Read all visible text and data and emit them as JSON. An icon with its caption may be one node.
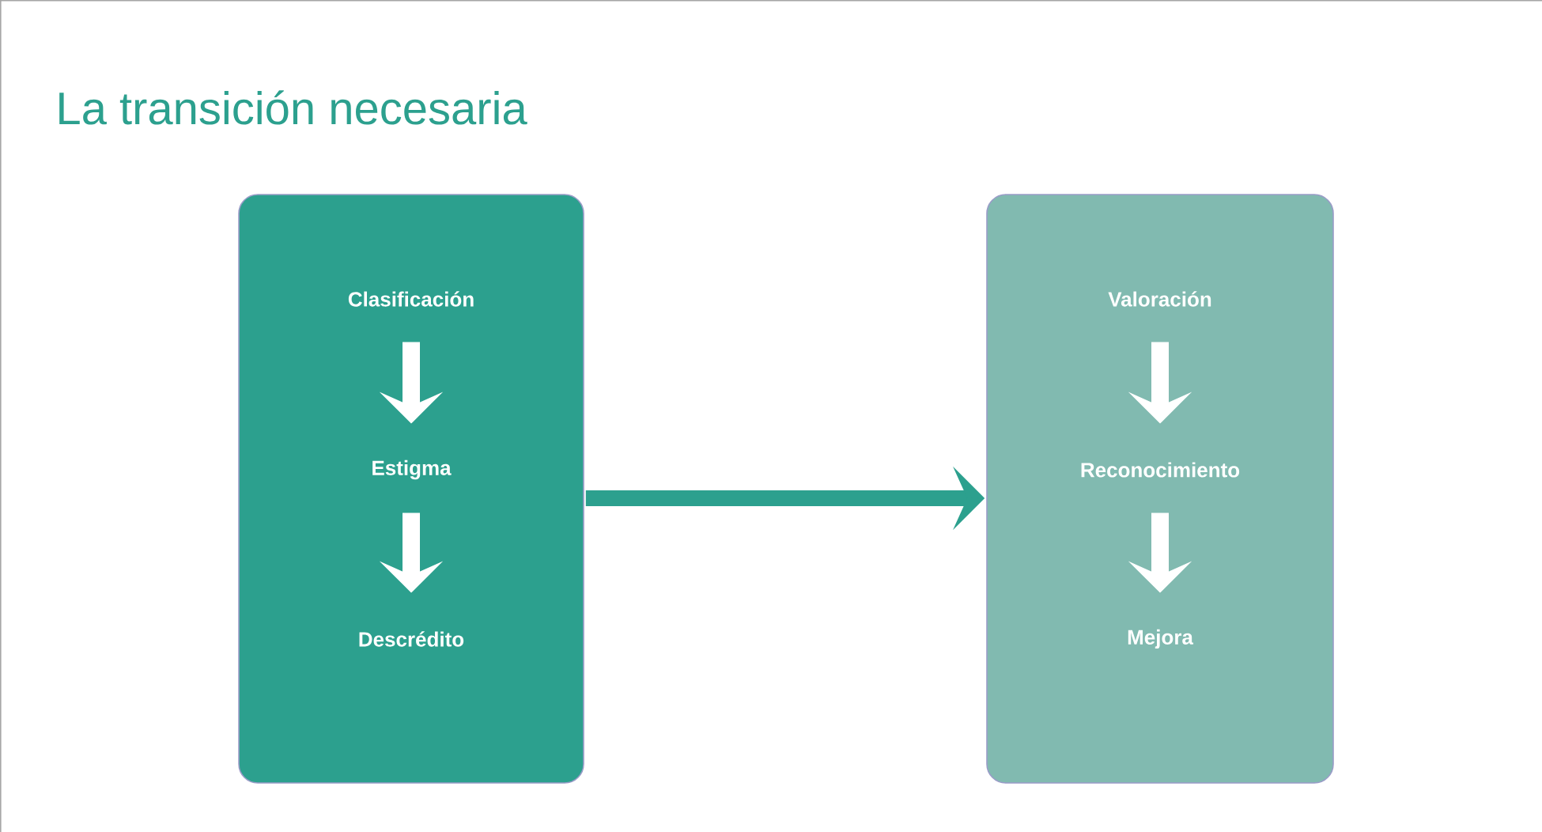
{
  "diagram": {
    "title": "La transición necesaria",
    "nodes": [
      {
        "text": [],
        "shape": "box"
      },
      {
        "text": [
          "Clasificación"
        ],
        "in": 0
      },
      {
        "text": [
          "Estigma"
        ],
        "in": 0
      },
      {
        "text": [
          "Descrédito"
        ],
        "in": 0
      },
      {
        "text": [],
        "shape": "box"
      },
      {
        "text": [
          "Valoración"
        ],
        "in": 4
      },
      {
        "text": [
          "Reconocimiento"
        ],
        "in": 4
      },
      {
        "text": [
          "Mejora"
        ],
        "in": 4
      }
    ],
    "edges": [
      {
        "from": 1,
        "to": 2,
        "arrow": "to"
      },
      {
        "from": 2,
        "to": 3,
        "arrow": "to"
      },
      {
        "from": 0,
        "to": 4,
        "arrow": "to",
        "color": "#2ca08e"
      },
      {
        "from": 5,
        "to": 6,
        "arrow": "to"
      },
      {
        "from": 6,
        "to": 7,
        "arrow": "to"
      }
    ]
  }
}
